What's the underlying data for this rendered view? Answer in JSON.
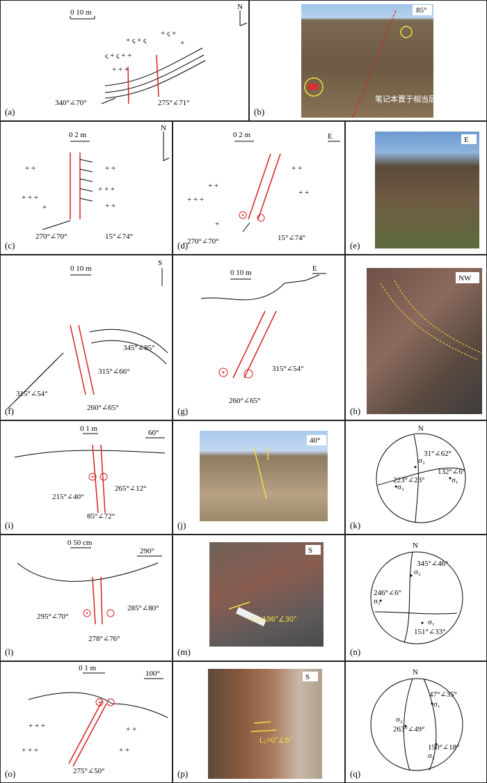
{
  "panels": {
    "a": {
      "label": "(a)",
      "scale": "0  10 m",
      "north": "N",
      "att_left": "340°∠70°",
      "att_right": "275°∠71°"
    },
    "b": {
      "label": "(b)",
      "orientation": "85°",
      "caption": "笔记本置于相当层"
    },
    "c": {
      "label": "(c)",
      "scale": "0   2 m",
      "north": "N",
      "att_left": "270°∠70°",
      "att_right": "15°∠74°"
    },
    "d": {
      "label": "(d)",
      "scale": "0   2 m",
      "dir": "E",
      "att_left": "270°∠70°",
      "att_right": "15°∠74°"
    },
    "e": {
      "label": "(e)",
      "dir": "E"
    },
    "f": {
      "label": "(f)",
      "scale": "0  10 m",
      "dir": "S",
      "att1": "345°∠85°",
      "att2": "315°∠66°",
      "att3": "315°∠54°",
      "att4": "260°∠65°"
    },
    "g": {
      "label": "(g)",
      "scale": "0  10 m",
      "dir": "E",
      "att1": "315°∠54°",
      "att2": "260°∠65°"
    },
    "h": {
      "label": "(h)",
      "dir": "NW"
    },
    "i": {
      "label": "(i)",
      "scale": "0   1 m",
      "orientation": "60°",
      "att1": "265°∠12°",
      "att2": "215°∠40°",
      "att3": "85°∠72°"
    },
    "j": {
      "label": "(j)",
      "orientation": "40°"
    },
    "k": {
      "label": "(k)",
      "north": "N",
      "s1": "31°∠62°",
      "s2": "223°∠23°",
      "s3": "132°∠6°",
      "sig1": "σ₁",
      "sig2": "σ₂",
      "sig3": "σ₃"
    },
    "l": {
      "label": "(l)",
      "scale": "0  50 cm",
      "orientation": "290°",
      "att1": "295°∠70°",
      "att2": "285°∠80°",
      "att3": "278°∠76°"
    },
    "m": {
      "label": "(m)",
      "dir": "S",
      "lineation": "L₁=196°∠30°"
    },
    "n": {
      "label": "(n)",
      "north": "N",
      "s1": "345°∠46°",
      "s2": "246°∠6°",
      "s3": "151°∠33°",
      "sig1": "σ₁",
      "sig2": "σ₂",
      "sig3": "σ₃"
    },
    "o": {
      "label": "(o)",
      "scale": "0      1 m",
      "orientation": "100°",
      "att1": "275°∠50°"
    },
    "p": {
      "label": "(p)",
      "dir": "S",
      "lineation": "L₁=0°∠6°"
    },
    "q": {
      "label": "(q)",
      "north": "N",
      "s1": "47°∠35°",
      "s2": "263°∠49°",
      "s3": "150°∠18°",
      "sig1": "σ₁",
      "sig2": "σ₂",
      "sig3": "σ₃"
    }
  }
}
